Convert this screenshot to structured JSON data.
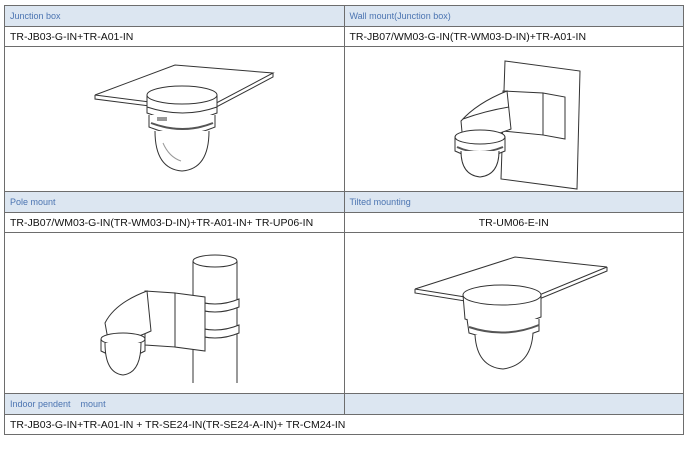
{
  "sections": [
    {
      "header": "Junction box",
      "model": "TR-JB03-G-IN+TR-A01-IN",
      "image": "ceiling-dome-mount-illustration"
    },
    {
      "header": "Wall mount(Junction box)",
      "model": "TR-JB07/WM03-G-IN(TR-WM03-D-IN)+TR-A01-IN",
      "image": "wall-bracket-mount-illustration"
    },
    {
      "header": "Pole mount",
      "model": "TR-JB07/WM03-G-IN(TR-WM03-D-IN)+TR-A01-IN+ TR-UP06-IN",
      "image": "pole-mount-illustration"
    },
    {
      "header": "Tilted mounting",
      "model": "TR-UM06-E-IN",
      "image": "tilted-ceiling-mount-illustration"
    },
    {
      "header": "Indoor pendent    mount",
      "model": "TR-JB03-G-IN+TR-A01-IN + TR-SE24-IN(TR-SE24-A-IN)+ TR-CM24-IN"
    }
  ],
  "colors": {
    "header_bg": "#dce6f1",
    "header_text": "#4b74b1",
    "border": "#6d6d6d"
  }
}
